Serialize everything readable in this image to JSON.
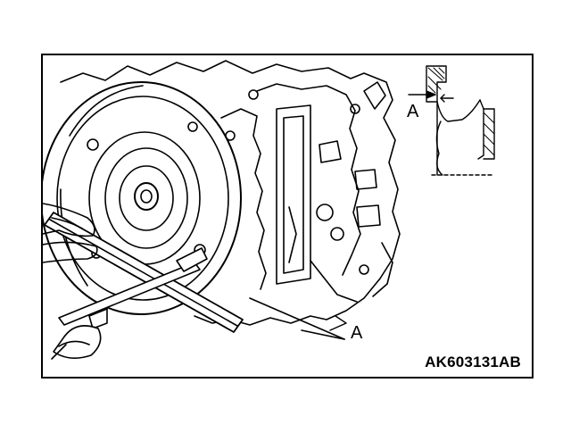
{
  "figure": {
    "code": "AK603131AB",
    "callouts": {
      "detail_label": "A",
      "caliper_label": "A"
    }
  }
}
